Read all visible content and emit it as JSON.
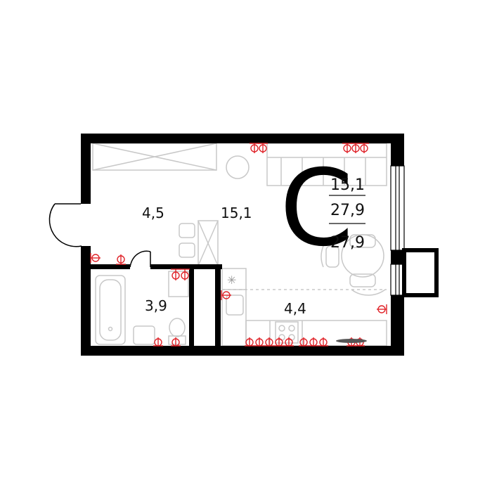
{
  "plan": {
    "type_letter": "С",
    "summary": {
      "living": "15,1",
      "total": "27,9",
      "total_with_balcony": "27,9"
    },
    "rooms": {
      "hall": "4,5",
      "living_room": "15,1",
      "bathroom": "3,9",
      "kitchen": "4,4"
    }
  },
  "colors": {
    "wall": "#000000",
    "outlet": "#e0242a",
    "furniture": "#c8c8c8",
    "text": "#111111"
  }
}
